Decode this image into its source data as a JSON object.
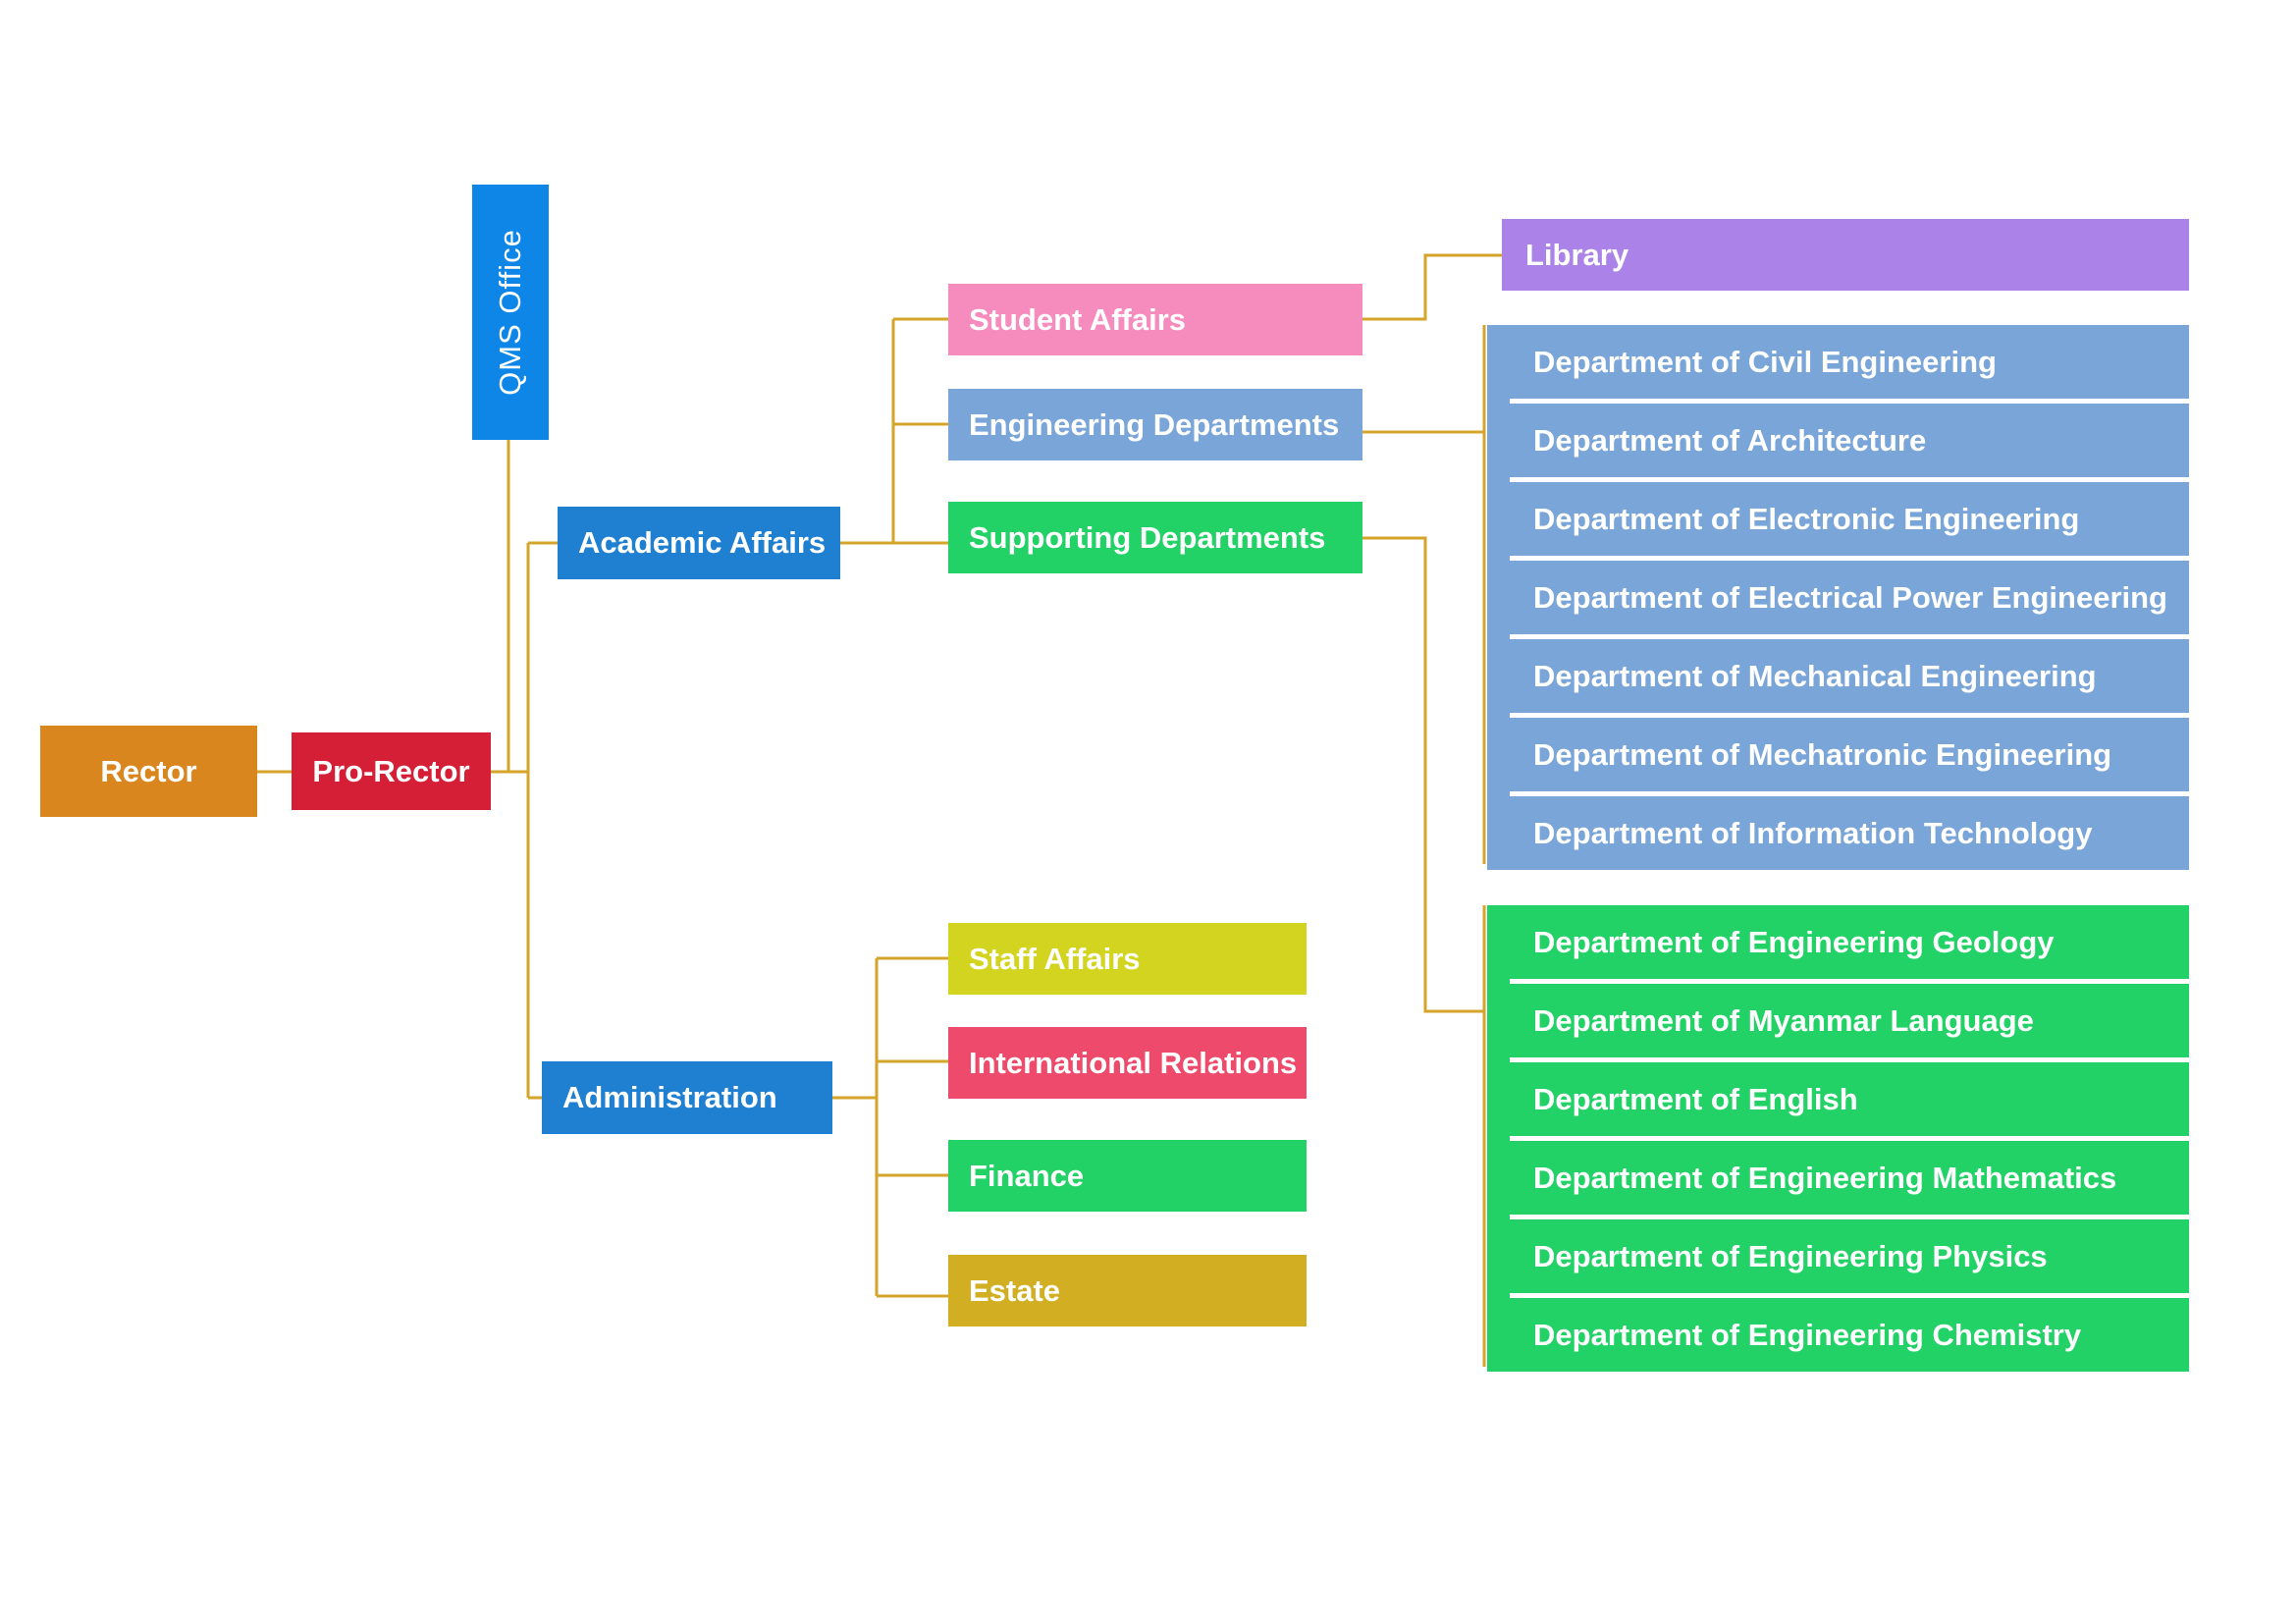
{
  "colors": {
    "connector": "#d4a52a",
    "rector": "#d9861e",
    "pro_rector": "#d41f36",
    "qms_office": "#0d86e8",
    "academic_affairs": "#1f7fd1",
    "administration": "#1f7fd1",
    "student_affairs": "#f68bbd",
    "engineering_departments": "#7aa5d8",
    "supporting_departments": "#23d267",
    "library": "#ab83e8",
    "engineering_dept_row": "#7aa5d8",
    "supporting_dept_row": "#23d267",
    "staff_affairs": "#d3d41f",
    "international_relations": "#ee4a6b",
    "finance": "#23d267",
    "estate": "#d1ae22"
  },
  "nodes": {
    "rector": "Rector",
    "pro_rector": "Pro-Rector",
    "qms_office": "QMS Office",
    "academic_affairs": "Academic Affairs",
    "administration": "Administration",
    "student_affairs": "Student Affairs",
    "engineering_departments": "Engineering Departments",
    "supporting_departments": "Supporting Departments",
    "library": "Library",
    "staff_affairs": "Staff Affairs",
    "international_relations": "International Relations",
    "finance": "Finance",
    "estate": "Estate"
  },
  "engineering_department_list": [
    "Department of Civil Engineering",
    "Department of Architecture",
    "Department of Electronic Engineering",
    "Department of Electrical Power Engineering",
    "Department of Mechanical Engineering",
    "Department of Mechatronic Engineering",
    "Department of Information Technology"
  ],
  "supporting_department_list": [
    "Department of Engineering Geology",
    "Department of Myanmar Language",
    "Department of English",
    "Department of Engineering Mathematics",
    "Department of Engineering  Physics",
    "Department of Engineering  Chemistry"
  ]
}
